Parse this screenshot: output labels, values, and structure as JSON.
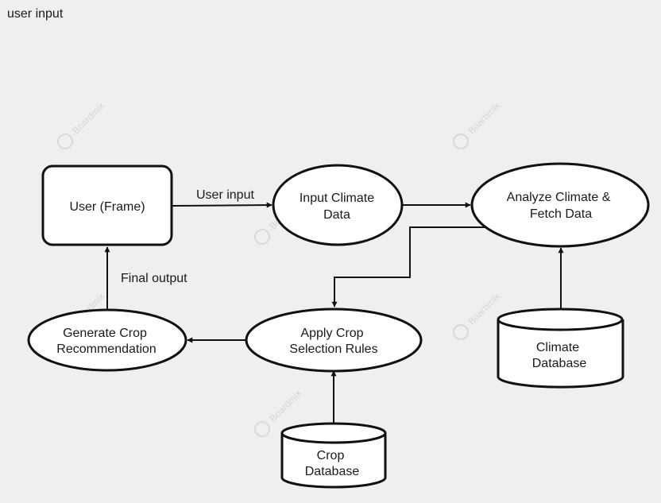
{
  "page": {
    "label": "user input"
  },
  "diagram": {
    "nodes": {
      "user_frame": {
        "lines": [
          "User (Frame)"
        ]
      },
      "input_climate": {
        "lines": [
          "Input Climate",
          "Data"
        ]
      },
      "analyze_climate": {
        "lines": [
          "Analyze Climate &",
          "Fetch Data"
        ]
      },
      "apply_rules": {
        "lines": [
          "Apply Crop",
          "Selection Rules"
        ]
      },
      "generate_crop": {
        "lines": [
          "Generate Crop",
          "Recommendation"
        ]
      },
      "climate_db": {
        "lines": [
          "Climate",
          "Database"
        ]
      },
      "crop_db": {
        "lines": [
          "Crop",
          "Database"
        ]
      }
    },
    "edges": {
      "user_to_input": {
        "label": "User input"
      },
      "generate_to_user": {
        "label": "Final output"
      }
    }
  },
  "watermark": {
    "text": "Boardmix"
  }
}
